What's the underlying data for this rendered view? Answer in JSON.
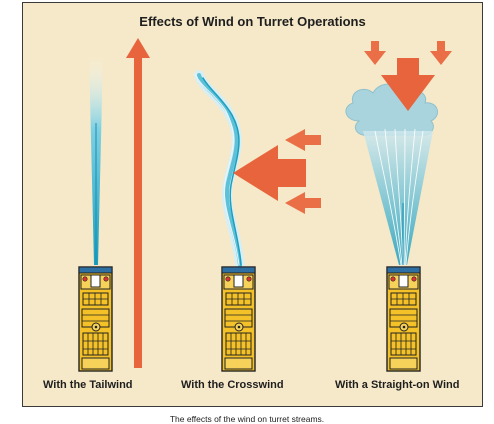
{
  "title": "Effects of Wind on Turret Operations",
  "panels": [
    {
      "label": "With the Tailwind"
    },
    {
      "label": "With the Crosswind"
    },
    {
      "label": "With a Straight-on Wind"
    }
  ],
  "caption": "The effects of the wind on turret streams.",
  "colors": {
    "background": "#f6e9c9",
    "arrow": "#e8643c",
    "stream": "#29a9c6",
    "cloud": "#a9d4dd",
    "truck_body": "#f4c228",
    "truck_outline": "#222222"
  },
  "icons": [
    "wind-arrow",
    "water-stream",
    "mist-cloud",
    "truck-top-view"
  ]
}
